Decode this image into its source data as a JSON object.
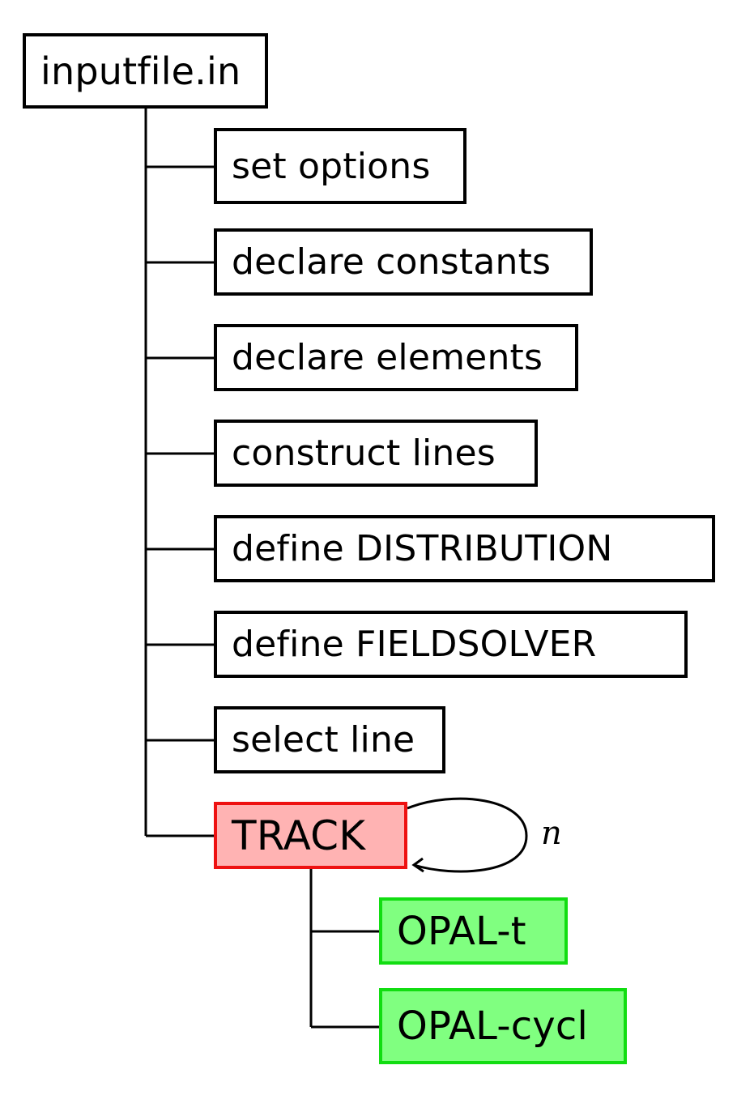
{
  "root": {
    "label": "inputfile.in"
  },
  "steps": [
    {
      "label": "set options"
    },
    {
      "label": "declare constants"
    },
    {
      "label": "declare elements"
    },
    {
      "label": "construct lines"
    },
    {
      "label": "define DISTRIBUTION"
    },
    {
      "label": "define FIELDSOLVER"
    },
    {
      "label": "select line"
    }
  ],
  "track": {
    "label": "TRACK",
    "loop_label": "n",
    "fill_color": "#ffb3b3",
    "border_color": "#ee1111"
  },
  "track_children": [
    {
      "label": "OPAL-t"
    },
    {
      "label": "OPAL-cycl"
    }
  ],
  "colors": {
    "line": "#000000",
    "sub_fill": "#80ff80",
    "sub_border": "#11dd11"
  }
}
